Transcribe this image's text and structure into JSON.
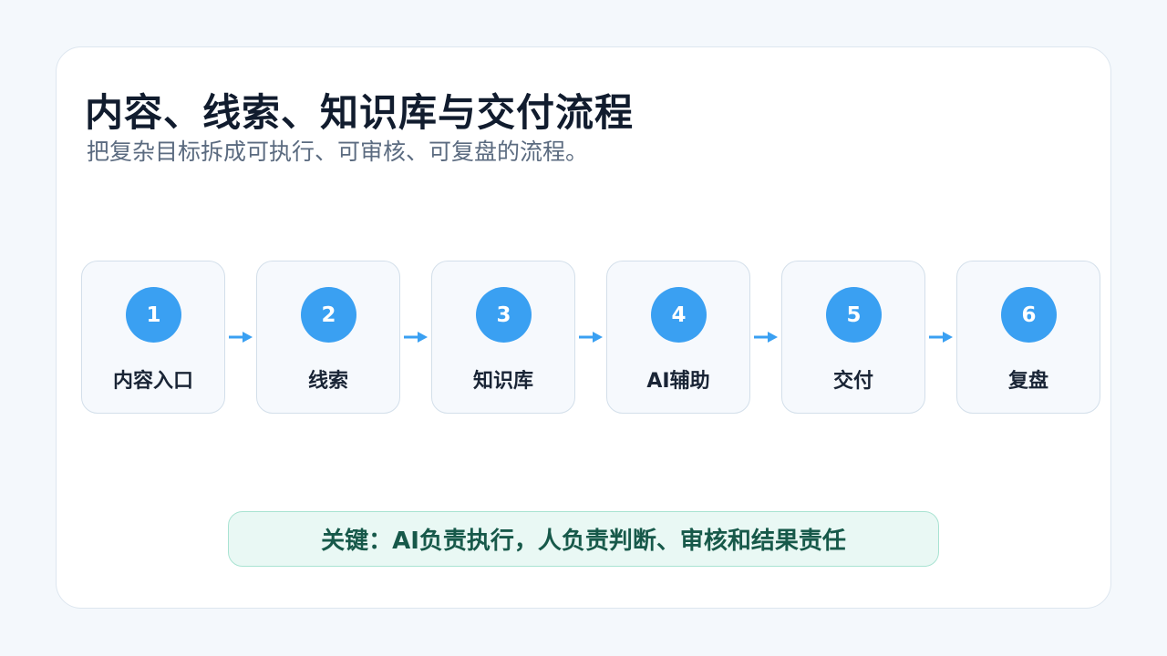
{
  "title": "内容、线索、知识库与交付流程",
  "subtitle": "把复杂目标拆成可执行、可审核、可复盘的流程。",
  "colors": {
    "accent": "#3aa0f2",
    "arrow": "#3aa0f2",
    "key_text": "#17594a",
    "key_bg": "#e9f8f4"
  },
  "steps": [
    {
      "num": "1",
      "label": "内容入口"
    },
    {
      "num": "2",
      "label": "线索"
    },
    {
      "num": "3",
      "label": "知识库"
    },
    {
      "num": "4",
      "label": "AI辅助"
    },
    {
      "num": "5",
      "label": "交付"
    },
    {
      "num": "6",
      "label": "复盘"
    }
  ],
  "key_message": "关键：AI负责执行，人负责判断、审核和结果责任"
}
